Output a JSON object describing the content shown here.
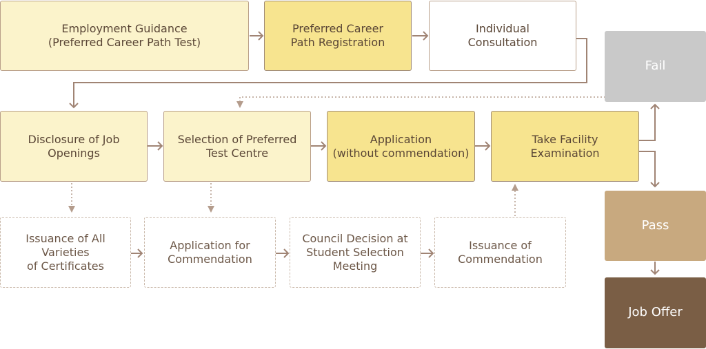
{
  "steps": {
    "employment_guidance": "Employment Guidance\n(Preferred Career Path Test)",
    "preferred_career_registration": "Preferred Career\nPath Registration",
    "individual_consultation": "Individual\nConsultation",
    "disclosure_job_openings": "Disclosure of Job\nOpenings",
    "selection_test_centre": "Selection of Preferred\nTest Centre",
    "application_without_commendation": "Application\n(without commendation)",
    "take_facility_examination": "Take Facility\nExamination",
    "issuance_certificates": "Issuance of All\nVarieties\nof Certificates",
    "application_for_commendation": "Application for\nCommendation",
    "council_decision": "Council Decision at\nStudent Selection\nMeeting",
    "issuance_commendation": "Issuance of\nCommendation"
  },
  "outcomes": {
    "fail": "Fail",
    "pass": "Pass",
    "job_offer": "Job Offer"
  },
  "colors": {
    "solid_arrow": "#a08474",
    "dotted_arrow": "#b49c8c"
  }
}
